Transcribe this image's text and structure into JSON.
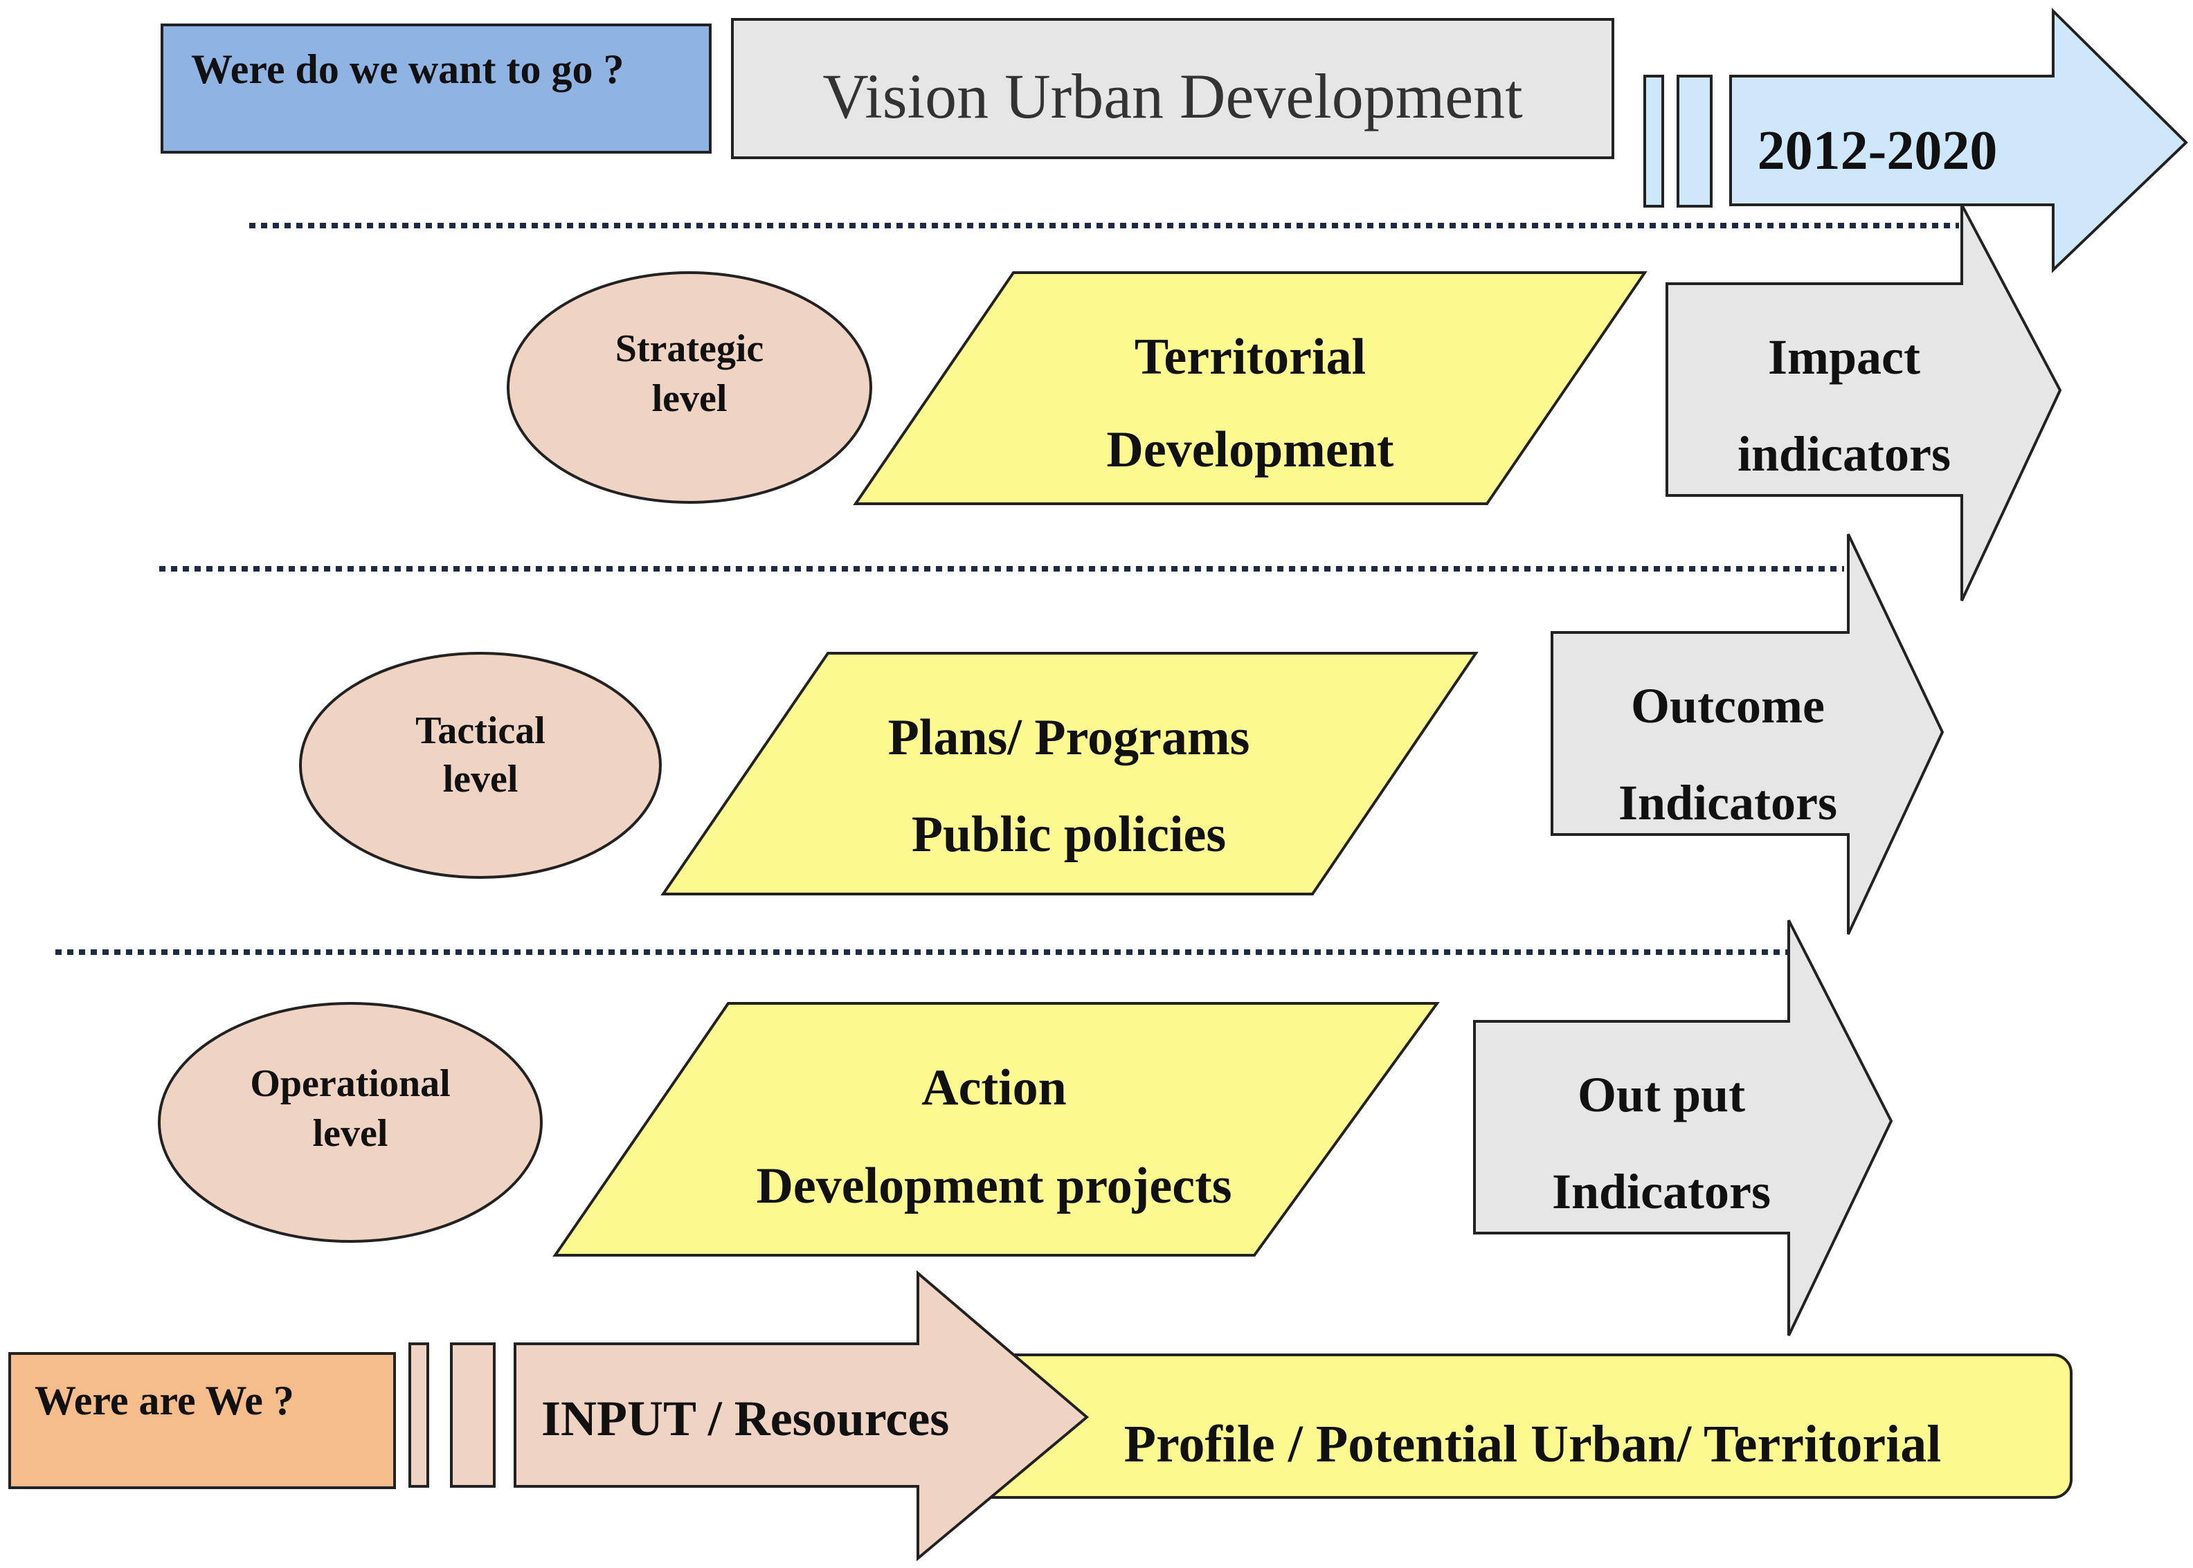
{
  "top": {
    "question": "Were do we want to go ?",
    "vision": "Vision Urban Development",
    "period": "2012-2020"
  },
  "levels": [
    {
      "ellipse": [
        "Strategic",
        "level"
      ],
      "box": [
        "Territorial",
        "Development"
      ],
      "indicator": [
        "Impact",
        "indicators"
      ]
    },
    {
      "ellipse": [
        "Tactical",
        "level"
      ],
      "box": [
        "Plans/ Programs",
        "Public policies"
      ],
      "indicator": [
        "Outcome",
        "Indicators"
      ]
    },
    {
      "ellipse": [
        "Operational",
        "level"
      ],
      "box": [
        "Action",
        "Development projects"
      ],
      "indicator": [
        "Out put",
        "Indicators"
      ]
    }
  ],
  "bottom": {
    "question": "Were are  We ?",
    "input": "INPUT / Resources",
    "profile": "Profile / Potential Urban/ Territorial"
  },
  "colors": {
    "question_top": "#8fb3e3",
    "vision_box": "#e6e6e6",
    "year_arrow": "#cfe7fb",
    "ellipse": "#efd3c3",
    "parallelogram": "#fbf98f",
    "indicator_arrow": "#e6e6e6",
    "question_bottom": "#f6bd8c",
    "input_arrow": "#efd3c3",
    "profile_box": "#fbf98f",
    "dotted_line": "#1f2a44"
  }
}
